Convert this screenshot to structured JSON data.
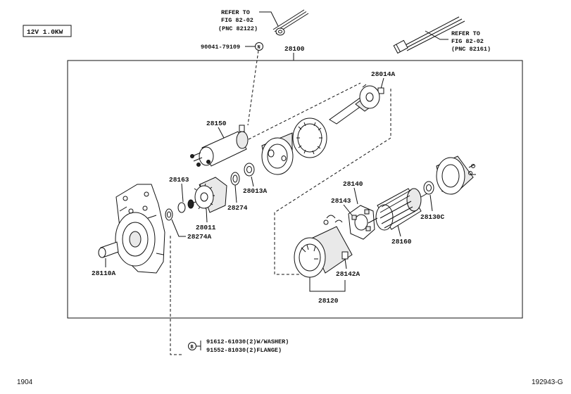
{
  "header": {
    "spec_label": "12V 1.0KW"
  },
  "refs": {
    "top": {
      "line1": "REFER TO",
      "line2": "FIG 82-02",
      "line3": "(PNC 82122)"
    },
    "right": {
      "line1": "REFER TO",
      "line2": "FIG 82-02",
      "line3": "(PNC 82161)"
    }
  },
  "parts": {
    "p90041": "90041-79109",
    "p28100": "28100",
    "p28014A": "28014A",
    "p28150": "28150",
    "p28163": "28163",
    "p28013A": "28013A",
    "p28274": "28274",
    "p28011": "28011",
    "p28274A": "28274A",
    "p28110A": "28110A",
    "p28140": "28140",
    "p28143": "28143",
    "p28130C": "28130C",
    "p28160": "28160",
    "p28142A": "28142A",
    "p28120": "28120"
  },
  "bolts": {
    "callout_n": "N",
    "callout_b": "B",
    "line1": "91612-61030(2)W/WASHER)",
    "line2": "91552-81030(2)FLANGE)"
  },
  "footer": {
    "left": "1904",
    "right": "192943-G"
  }
}
